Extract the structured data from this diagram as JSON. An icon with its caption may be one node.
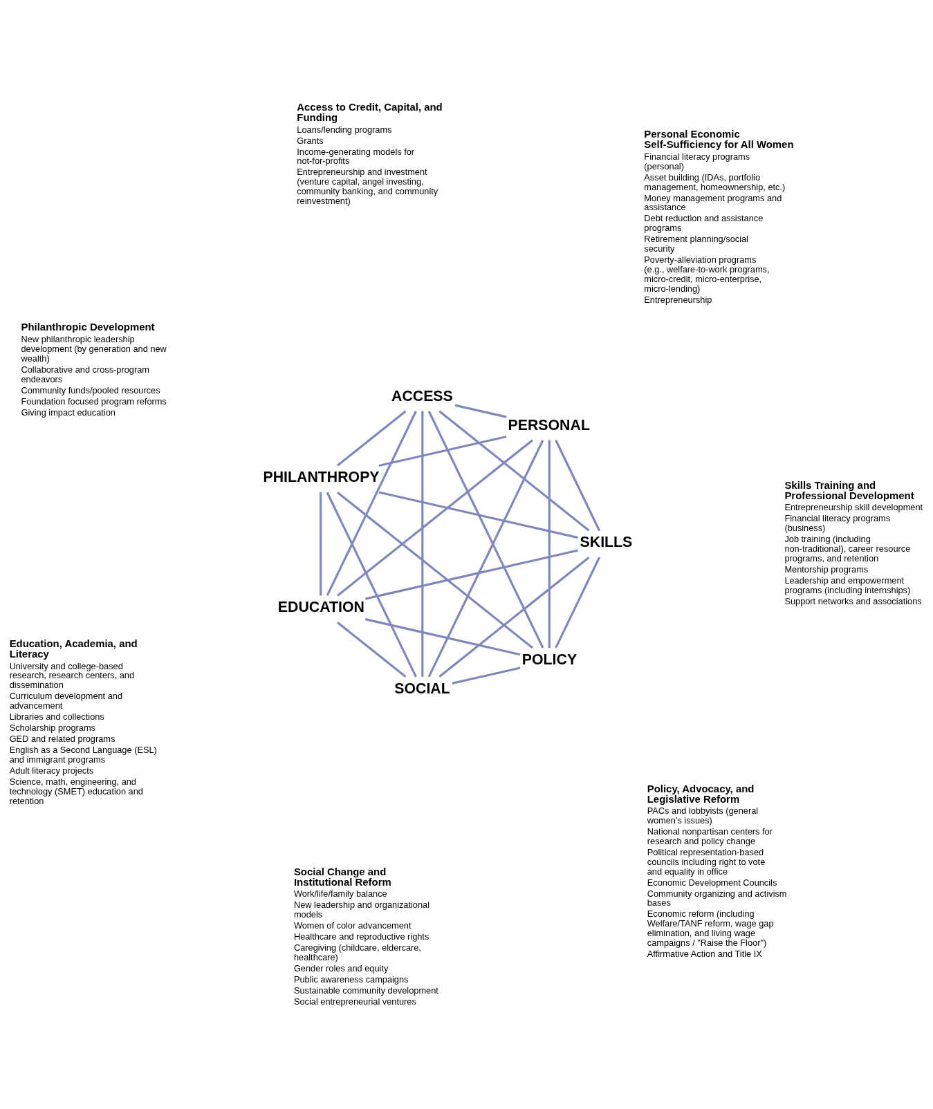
{
  "diagram": {
    "nodes": [
      {
        "text": [
          "POLICY"
        ],
        "beside": [
          "Policy, Advocacy, and Legislative Reform",
          "PACs and lobbyists (general women's issues)",
          "National nonpartisan centers for research and policy change",
          "Political representation-based councils including right to vote and equality in office",
          "Economic Development Councils",
          "Community organizing and activism bases",
          "Economic reform (including Welfare/TANF reform, wage gap elimination, and living wage campaigns / \"Raise the Floor\")",
          "Affirmative Action and Title IX"
        ]
      },
      {
        "text": [
          "SKILLS"
        ],
        "beside": [
          "Skills Training and Professional Development",
          "Entrepreneurship skill development",
          "Financial literacy programs (business)",
          "Job training (including non-traditional), career resource programs, and retention",
          "Mentorship programs",
          "Leadership and empowerment programs (including internships)",
          "Support networks and associations"
        ]
      },
      {
        "text": [
          "EDUCATION"
        ],
        "beside": [
          "Education, Academia, and Literacy",
          "University and college-based research, research centers, and dissemination",
          "Curriculum development and advancement",
          "Libraries and collections",
          "Scholarship programs",
          "GED and related programs",
          "English as a Second Language (ESL) and immigrant programs",
          "Adult literacy projects",
          "Science, math, engineering, and technology (SMET) education and retention"
        ]
      },
      {
        "text": [
          "PHILANTHROPY"
        ],
        "beside": [
          "Philanthropic Development",
          "New philanthropic leadership development (by generation and new wealth)",
          "Collaborative and cross-program endeavors",
          "Community funds/pooled resources",
          "Foundation focused program reforms",
          "Giving impact education"
        ]
      },
      {
        "text": [
          "ACCESS"
        ],
        "beside": [
          "Access to Credit, Capital, and Funding",
          "Loans/lending programs",
          "Grants",
          "Income-generating models for not-for-profits",
          "Entrepreneurship and investment (venture capital, angel investing, community banking, and community reinvestment)"
        ]
      },
      {
        "text": [
          "PERSONAL"
        ],
        "beside": [
          "Personal Economic Self-Sufficiency for All Women",
          "Financial literacy programs (personal)",
          "Asset building (IDAs, portfolio management, homeownership, etc.)",
          "Money management programs and assistance",
          "Debt reduction and assistance programs",
          "Retirement planning/social security",
          "Poverty-alleviation programs (e.g., welfare-to-work programs, micro-credit, micro-enterprise, micro-lending)",
          "Entrepreneurship"
        ]
      },
      {
        "text": [
          "SOCIAL"
        ],
        "beside": [
          "Social Change and Institutional Reform",
          "Work/life/family balance",
          "New leadership and organizational models",
          "Women of color advancement",
          "Healthcare and reproductive rights",
          "Caregiving (childcare, eldercare, healthcare)",
          "Gender roles and equity",
          "Public awareness campaigns",
          "Sustainable community development",
          "Social entrepreneurial ventures"
        ]
      }
    ],
    "edges": [
      {
        "from": 0,
        "to": 1,
        "arrow": "none"
      },
      {
        "from": 1,
        "to": 2,
        "arrow": "none"
      },
      {
        "from": 2,
        "to": 3,
        "arrow": "none"
      },
      {
        "from": 3,
        "to": 4,
        "arrow": "none"
      },
      {
        "from": 4,
        "to": 5,
        "arrow": "none"
      },
      {
        "from": 5,
        "to": 6,
        "arrow": "none"
      },
      {
        "from": 6,
        "to": 0,
        "arrow": "none"
      },
      {
        "from": 0,
        "to": 2,
        "arrow": "none"
      },
      {
        "from": 1,
        "to": 3,
        "arrow": "none"
      },
      {
        "from": 2,
        "to": 4,
        "arrow": "none"
      },
      {
        "from": 3,
        "to": 5,
        "arrow": "none"
      },
      {
        "from": 4,
        "to": 6,
        "arrow": "none"
      },
      {
        "from": 5,
        "to": 0,
        "arrow": "none"
      },
      {
        "from": 6,
        "to": 1,
        "arrow": "none"
      },
      {
        "from": 0,
        "to": 3,
        "arrow": "none"
      },
      {
        "from": 1,
        "to": 4,
        "arrow": "none"
      },
      {
        "from": 2,
        "to": 5,
        "arrow": "none"
      },
      {
        "from": 3,
        "to": 6,
        "arrow": "none"
      },
      {
        "from": 4,
        "to": 0,
        "arrow": "none"
      },
      {
        "from": 5,
        "to": 1,
        "arrow": "none"
      },
      {
        "from": 6,
        "to": 2,
        "arrow": "none"
      }
    ]
  }
}
